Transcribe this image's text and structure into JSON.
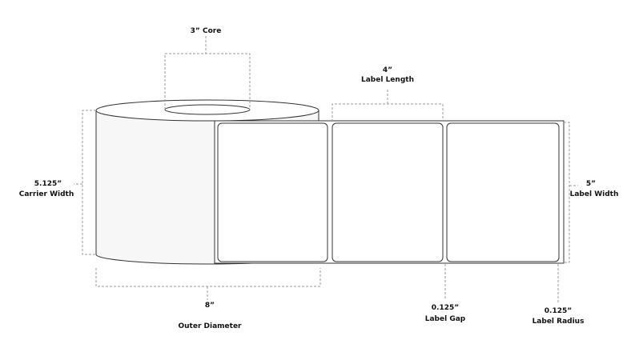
{
  "title": "Label roll dimensions diagram",
  "dimensions": {
    "core": {
      "value": "3” Core"
    },
    "label_length": {
      "value": "4”",
      "name": "Label Length"
    },
    "carrier_width": {
      "value": "5.125”",
      "name": "Carrier Width"
    },
    "label_width": {
      "value": "5”",
      "name": "Label Width"
    },
    "outer_diameter": {
      "value": "8”",
      "name": "Outer Diameter"
    },
    "label_gap": {
      "value": "0.125”",
      "name": "Label Gap"
    },
    "label_radius": {
      "value": "0.125”",
      "name": "Label Radius"
    }
  },
  "colors": {
    "outline": "#333333",
    "dimension_line": "#999999",
    "roll_side": "#f7f7f7"
  }
}
